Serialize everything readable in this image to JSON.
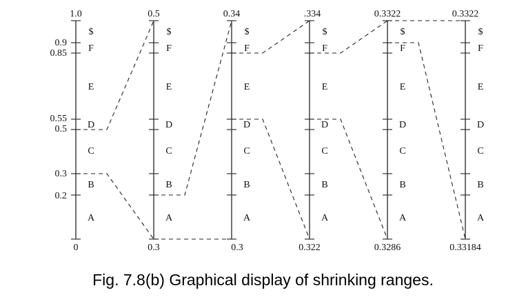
{
  "caption": "Fig. 7.8(b) Graphical display of shrinking ranges.",
  "symbols": [
    "A",
    "B",
    "C",
    "D",
    "E",
    "F",
    "$"
  ],
  "scale_labels": [
    {
      "value": 0.9,
      "label": "0.9"
    },
    {
      "value": 0.85,
      "label": "0.85"
    },
    {
      "value": 0.55,
      "label": "0.55"
    },
    {
      "value": 0.5,
      "label": "0.5"
    },
    {
      "value": 0.3,
      "label": "0.3"
    },
    {
      "value": 0.2,
      "label": "0.2"
    }
  ],
  "boundaries": [
    0,
    0.2,
    0.3,
    0.5,
    0.55,
    0.85,
    0.9,
    1.0
  ],
  "axes": [
    {
      "top_label": "1.0",
      "bottom_label": "0",
      "selected_symbol": "C"
    },
    {
      "top_label": "0.5",
      "bottom_label": "0.3",
      "selected_symbol": "A"
    },
    {
      "top_label": "0.34",
      "bottom_label": "0.3",
      "selected_symbol": "E"
    },
    {
      "top_label": ".334",
      "bottom_label": "0.322",
      "selected_symbol": "E"
    },
    {
      "top_label": "0.3322",
      "bottom_label": "0.3286",
      "selected_symbol": "$"
    },
    {
      "top_label": "0.3322",
      "bottom_label": "0.33184",
      "selected_symbol": null
    }
  ]
}
